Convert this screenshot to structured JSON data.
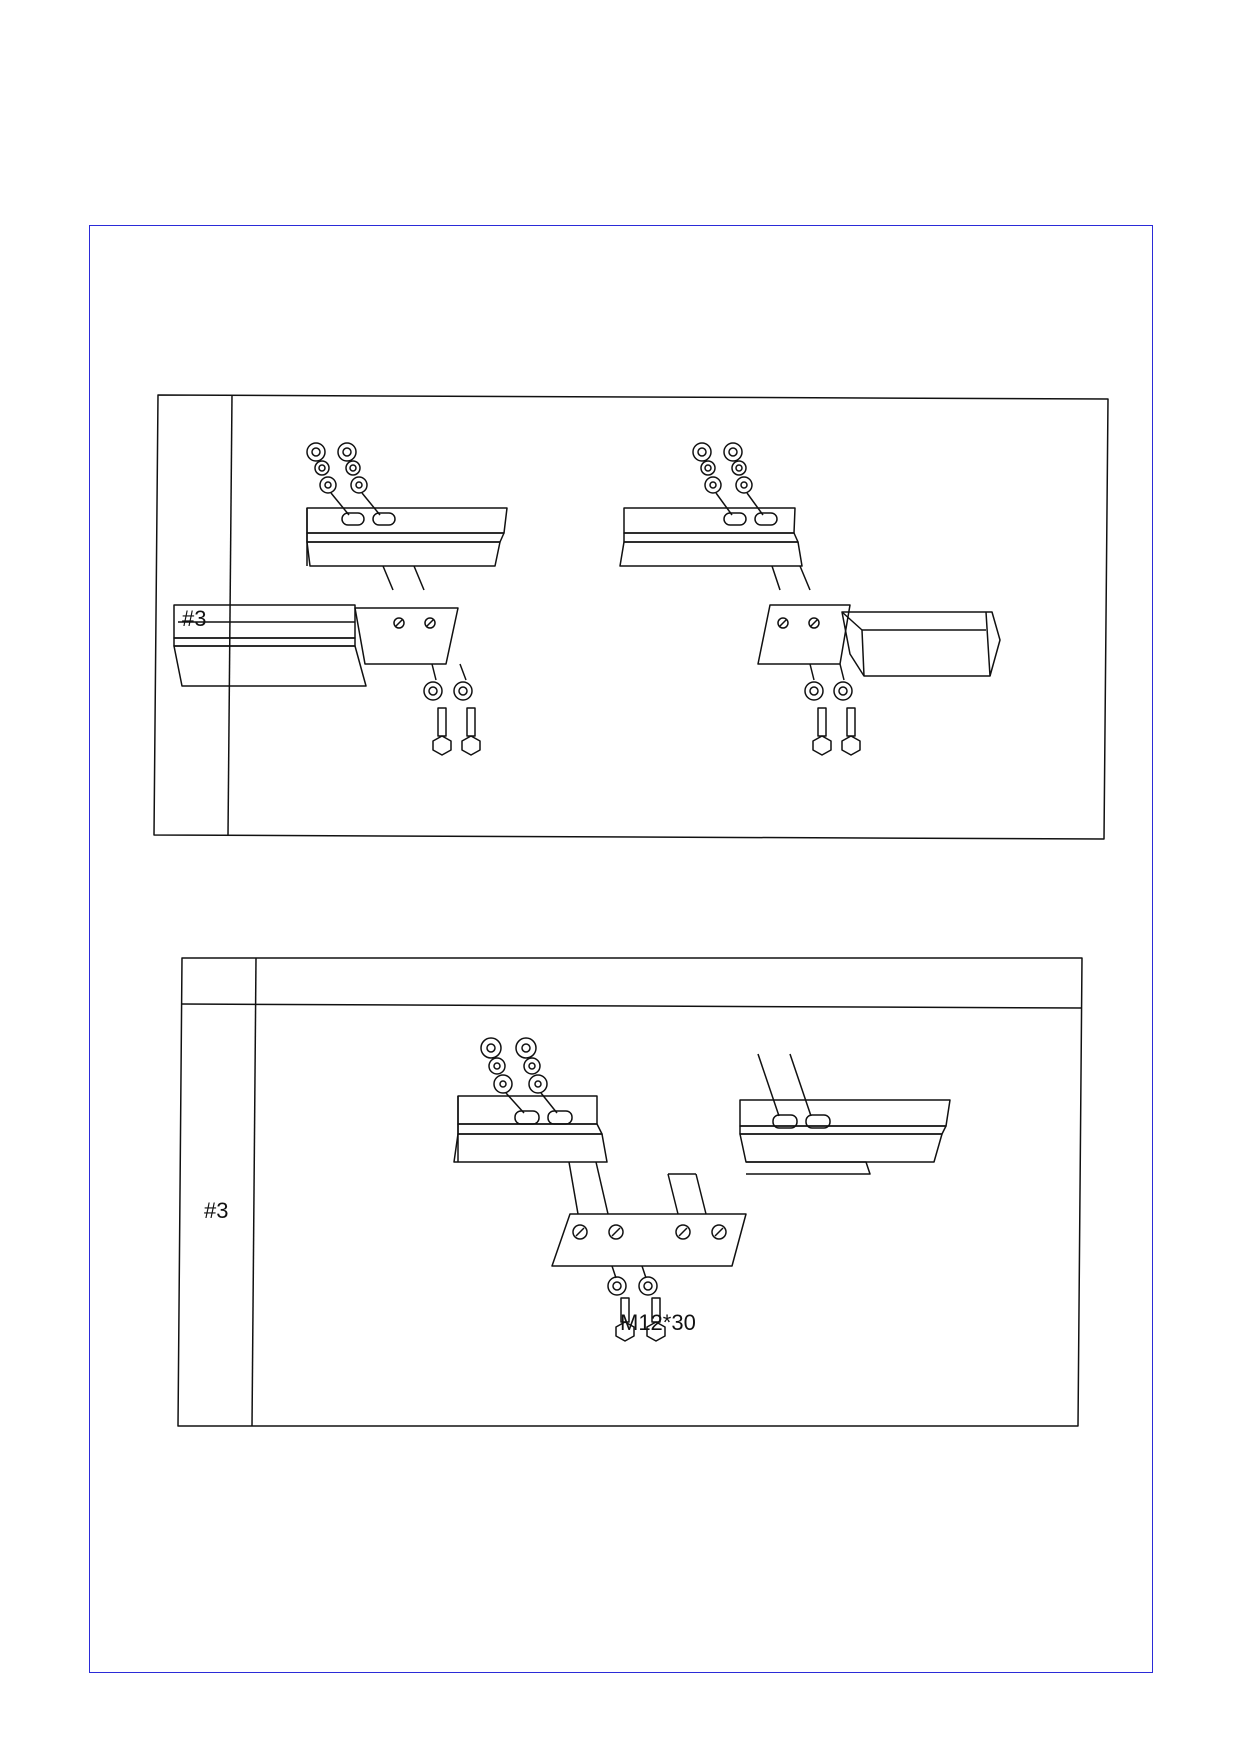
{
  "panel_top": {
    "label": "#3"
  },
  "panel_bottom": {
    "label": "#3",
    "bolt_spec": "M12*30"
  },
  "colors": {
    "frame_border": "#2b2bd8",
    "ink": "#111111"
  }
}
